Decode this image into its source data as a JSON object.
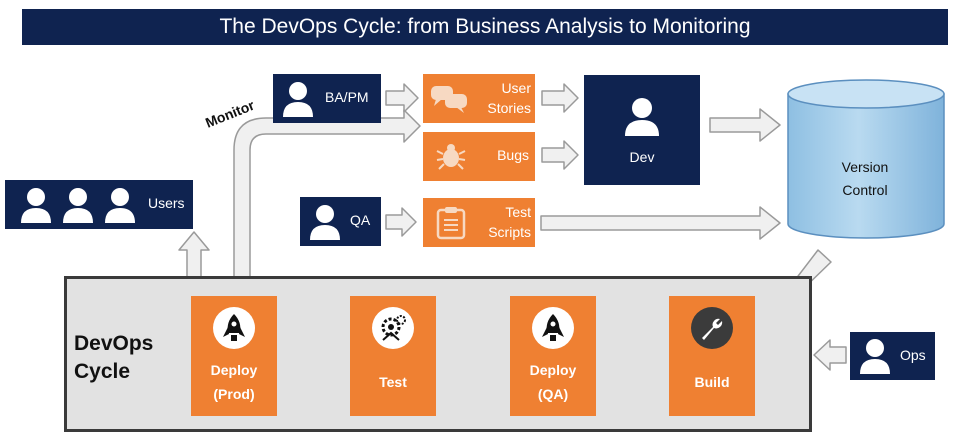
{
  "title": "The DevOps Cycle: from Business Analysis to Monitoring",
  "monitor_label": "Monitor",
  "roles": {
    "bapm": "BA/PM",
    "qa": "QA",
    "users": "Users",
    "dev": "Dev",
    "ops": "Ops"
  },
  "artifacts": {
    "stories_line1": "User",
    "stories_line2": "Stories",
    "bugs": "Bugs",
    "scripts_line1": "Test",
    "scripts_line2": "Scripts"
  },
  "version_control": {
    "line1": "Version",
    "line2": "Control"
  },
  "cycle": {
    "title_line1": "DevOps",
    "title_line2": "Cycle",
    "stages": {
      "deploy_prod_line1": "Deploy",
      "deploy_prod_line2": "(Prod)",
      "test": "Test",
      "deploy_qa_line1": "Deploy",
      "deploy_qa_line2": "(QA)",
      "build": "Build"
    }
  },
  "colors": {
    "navy": "#0f2350",
    "orange": "#ef8032",
    "cylinder": "#a6cde8",
    "arrow_fill": "#f0f0f0",
    "arrow_stroke": "#9a9a9a"
  }
}
